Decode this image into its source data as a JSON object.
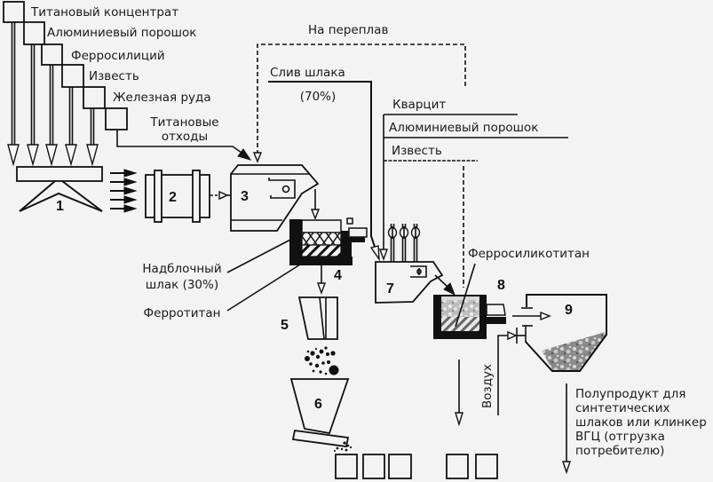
{
  "inputs": {
    "titanium_concentrate": "Титановый концентрат",
    "aluminum_powder": "Алюминиевый порошок",
    "ferrosilicon": "Ферросилиций",
    "lime": "Известь",
    "iron_ore": "Железная руда",
    "titanium_waste": [
      "Титановые",
      "отходы"
    ]
  },
  "flows": {
    "remelt": "На переплав",
    "slag_drain": [
      "Слив шлака",
      "(70%)"
    ],
    "quartzite": "Кварцит",
    "aluminum_powder": "Алюминиевый порошок",
    "lime": "Известь",
    "air": "Воздух"
  },
  "products": {
    "top_block_slag": [
      "Надблочный",
      "шлак (30%)"
    ],
    "ferrotitanium": "Ферротитан",
    "ferrosilicotitanium": "Ферросиликотитан",
    "semi_product": [
      "Полупродукт для",
      "синтетических",
      "шлаков или клинкер",
      "ВГЦ (отгрузка",
      "потребителю)"
    ]
  },
  "units": [
    "1",
    "2",
    "3",
    "4",
    "5",
    "6",
    "7",
    "8",
    "9"
  ]
}
